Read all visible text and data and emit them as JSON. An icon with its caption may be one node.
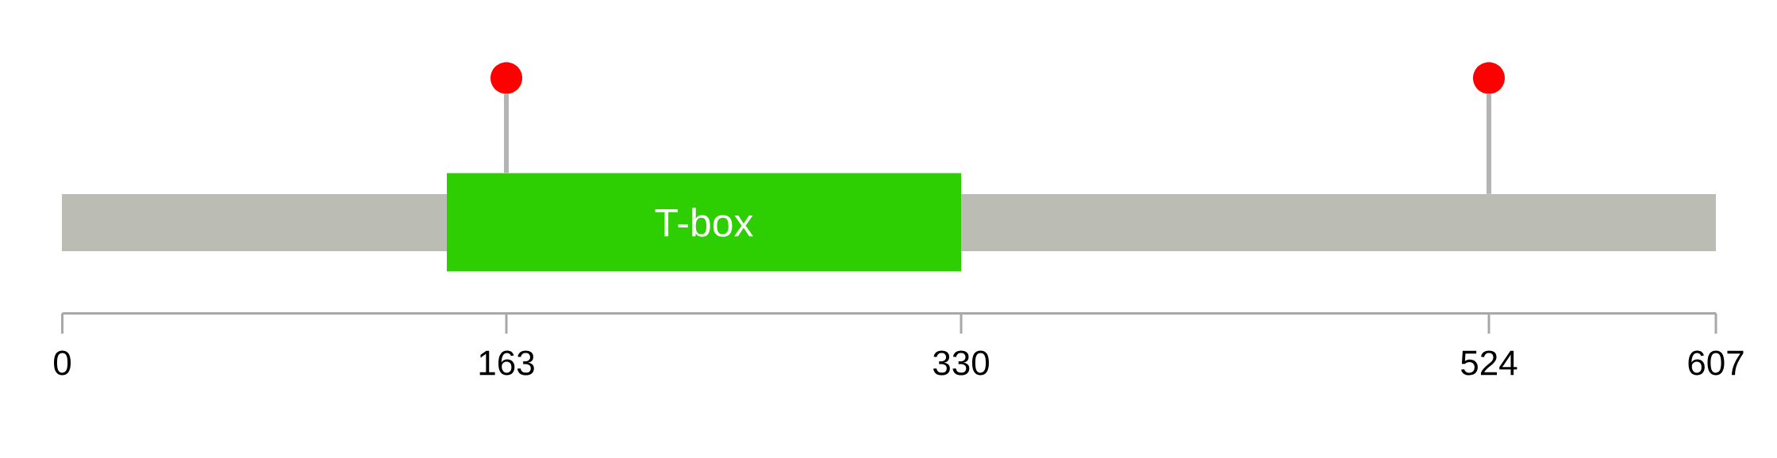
{
  "diagram": {
    "nodes": [
      {
        "text": [],
        "shape": "bar"
      },
      {
        "text": [
          "T-box"
        ]
      },
      {
        "text": [],
        "shape": "circle"
      },
      {
        "text": [],
        "shape": "circle"
      }
    ],
    "edges": [
      {
        "from": 2,
        "to": 1,
        "arrow": "none"
      },
      {
        "from": 3,
        "to": 0,
        "arrow": "none"
      }
    ],
    "labels": [
      "0",
      "163",
      "330",
      "524",
      "607"
    ]
  }
}
